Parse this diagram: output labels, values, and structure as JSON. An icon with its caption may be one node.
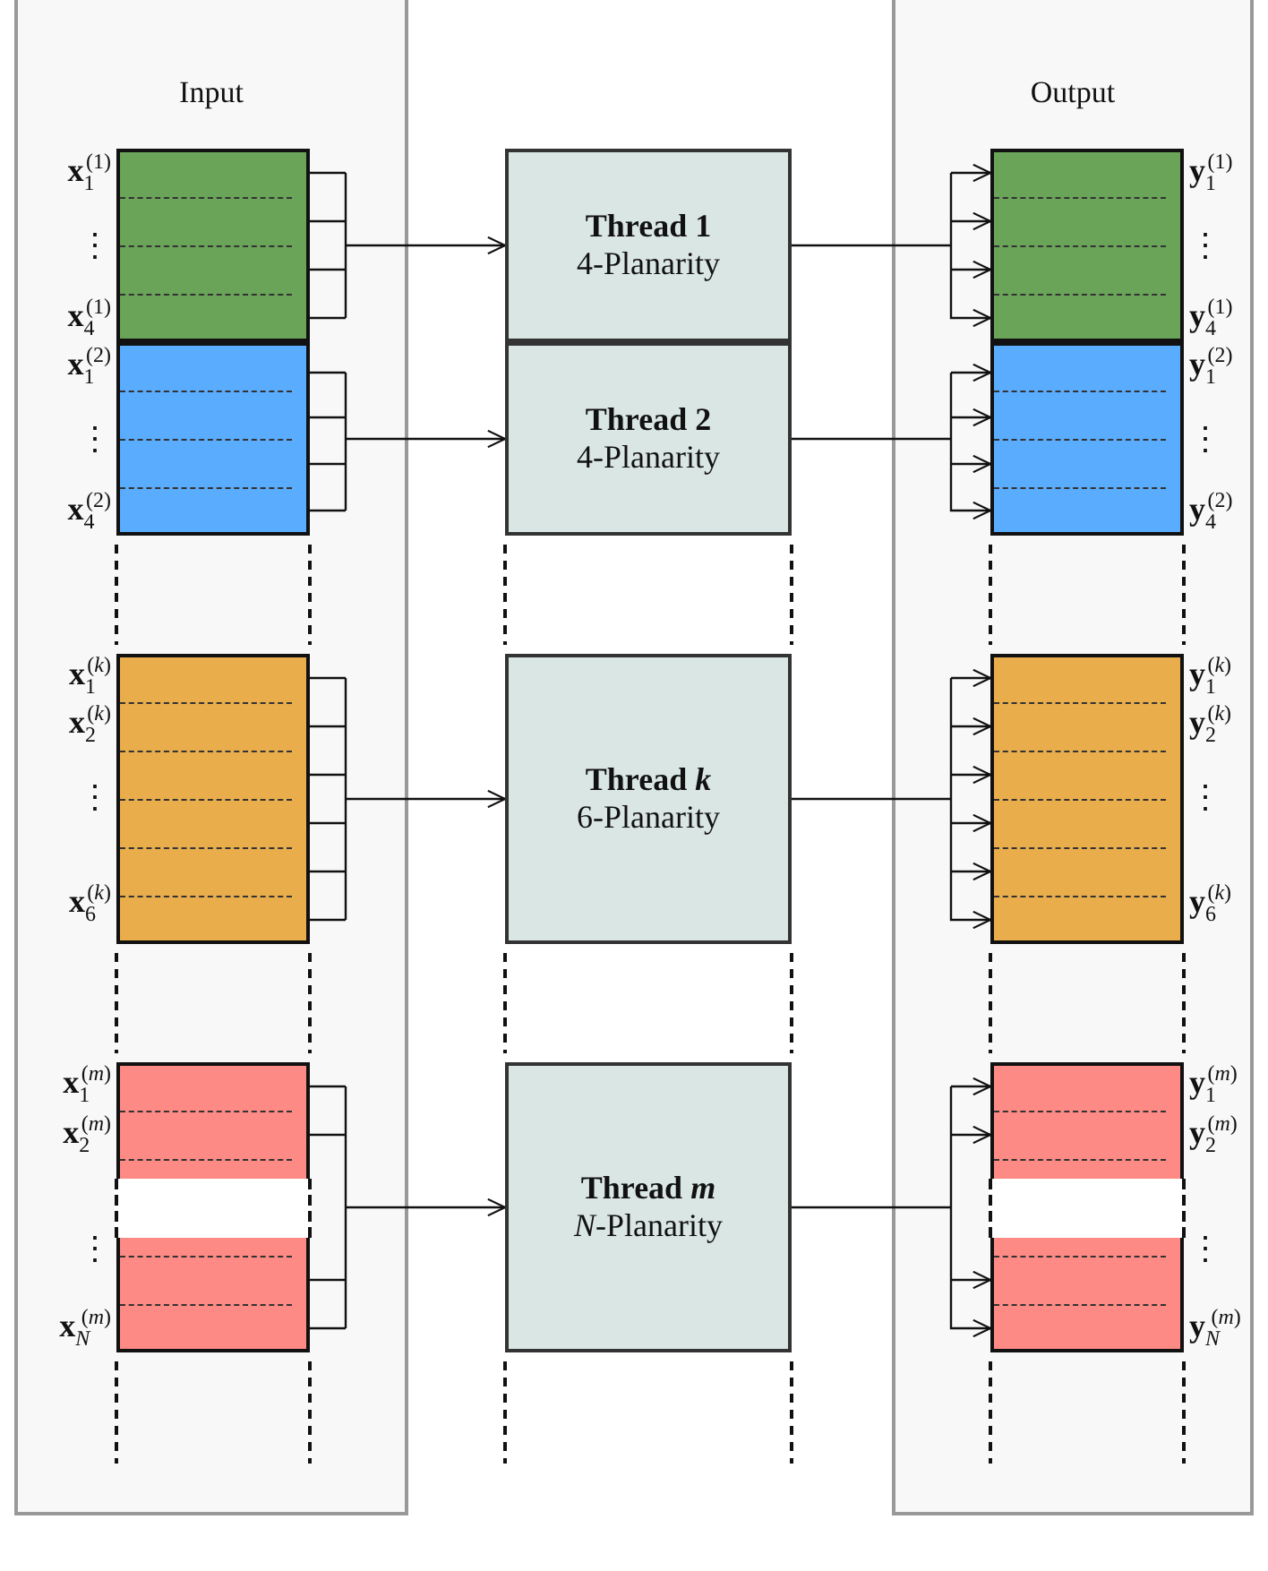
{
  "diagram": {
    "nodes": [
      {
        "text": [
          "Input"
        ]
      },
      {
        "text": [],
        "shape": "box",
        "in": 0,
        "beside": [
          "**x**$_{1}$$^{(1)}$",
          "⋮",
          "**x**$_{4}$$^{(1)}$"
        ]
      },
      {
        "text": [],
        "shape": "box",
        "in": 0,
        "beside": [
          "**x**$_{1}$$^{(2)}$",
          "⋮",
          "**x**$_{4}$$^{(2)}$"
        ]
      },
      {
        "text": [],
        "shape": "box",
        "in": 0,
        "beside": [
          "**x**$_{1}$$^{(k)}$",
          "**x**$_{2}$$^{(k)}$",
          "⋮",
          "**x**$_{6}$$^{(k)}$"
        ]
      },
      {
        "text": [],
        "shape": "box",
        "in": 0,
        "beside": [
          "**x**$_{1}$$^{(m)}$",
          "**x**$_{2}$$^{(m)}$",
          "⋮",
          "**x**$_{N}$$^{(m)}$"
        ]
      },
      {
        "text": [
          "Thread 1",
          "4-Planarity"
        ]
      },
      {
        "text": [
          "Thread 2",
          "4-Planarity"
        ]
      },
      {
        "text": [
          "Thread *k*",
          "6-Planarity"
        ]
      },
      {
        "text": [
          "Thread *m*",
          "*N*-Planarity"
        ]
      },
      {
        "text": [
          "Output"
        ]
      },
      {
        "text": [],
        "shape": "box",
        "in": 9,
        "beside": [
          "**y**$_{1}$$^{(1)}$",
          "⋮",
          "**y**$_{4}$$^{(1)}$"
        ]
      },
      {
        "text": [],
        "shape": "box",
        "in": 9,
        "beside": [
          "**y**$_{1}$$^{(2)}$",
          "⋮",
          "**y**$_{4}$$^{(2)}$"
        ]
      },
      {
        "text": [],
        "shape": "box",
        "in": 9,
        "beside": [
          "**y**$_{1}$$^{(k)}$",
          "**y**$_{2}$$^{(k)}$",
          "⋮",
          "**y**$_{6}$$^{(k)}$"
        ]
      },
      {
        "text": [],
        "shape": "box",
        "in": 9,
        "beside": [
          "**y**$_{1}$$^{(m)}$",
          "**y**$_{2}$$^{(m)}$",
          "⋮",
          "**y**$_{N}$$^{(m)}$"
        ]
      }
    ],
    "edges": [
      {
        "from": 1,
        "to": 5,
        "arrow": "to"
      },
      {
        "from": 2,
        "to": 6,
        "arrow": "to"
      },
      {
        "from": 3,
        "to": 7,
        "arrow": "to"
      },
      {
        "from": 4,
        "to": 8,
        "arrow": "to"
      },
      {
        "from": 5,
        "to": 10,
        "arrow": "to"
      },
      {
        "from": 6,
        "to": 11,
        "arrow": "to"
      },
      {
        "from": 7,
        "to": 12,
        "arrow": "to"
      },
      {
        "from": 8,
        "to": 13,
        "arrow": "to"
      }
    ]
  }
}
